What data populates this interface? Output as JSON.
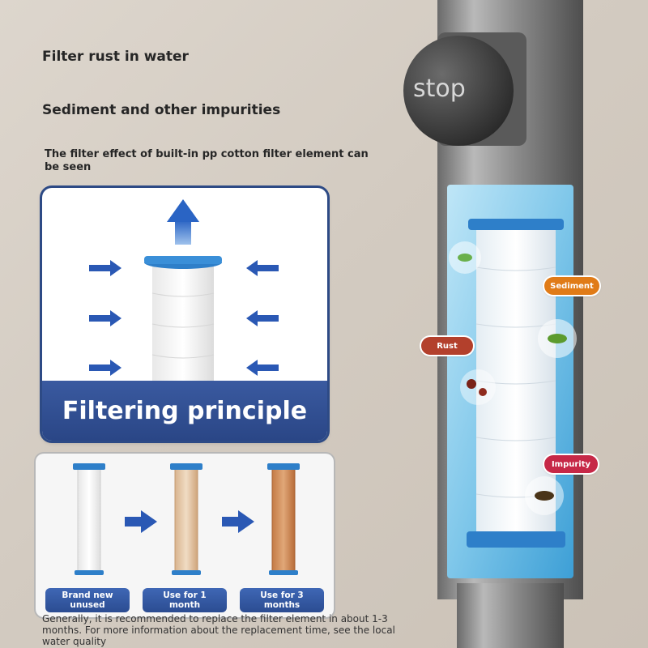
{
  "headline_1": "Filter rust in water",
  "headline_2": "Sediment and other impurities",
  "caption": "The filter effect of built-in pp cotton filter element can be seen",
  "principle_panel": {
    "title": "Filtering principle"
  },
  "usage_panel": {
    "stages": [
      {
        "label": "Brand new unused"
      },
      {
        "label": "Use for 1 month"
      },
      {
        "label": "Use for 3 months"
      }
    ]
  },
  "footnote": "Generally, it is recommended to replace the filter element in about 1-3 months. For more information about the replacement time, see the local water quality",
  "shower": {
    "stop_label": "stop",
    "tags": {
      "sediment": "Sediment",
      "rust": "Rust",
      "impurity": "Impurity"
    },
    "colors": {
      "sediment": "#e07b17",
      "rust": "#b3402c",
      "impurity": "#c62847",
      "accent_blue": "#2e7fc9",
      "panel_blue": "#2d4a85"
    }
  }
}
